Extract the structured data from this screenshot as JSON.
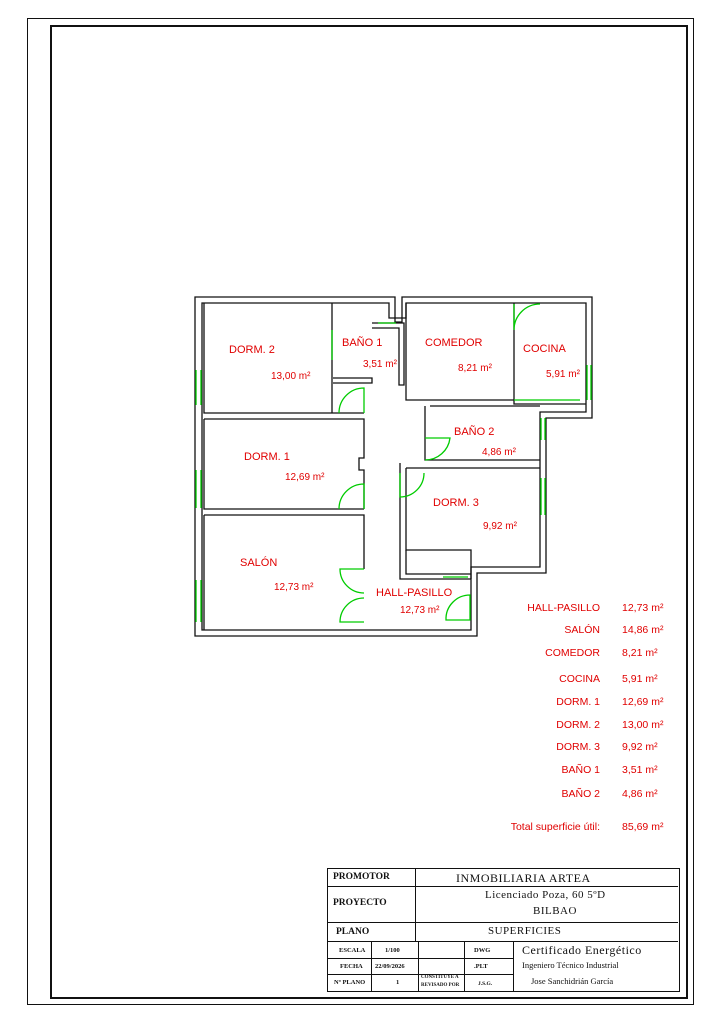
{
  "rooms": [
    {
      "name": "DORM. 2",
      "area": "13,00 m²"
    },
    {
      "name": "BAÑO 1",
      "area": "3,51 m²"
    },
    {
      "name": "COMEDOR",
      "area": "8,21 m²"
    },
    {
      "name": "COCINA",
      "area": "5,91 m²"
    },
    {
      "name": "BAÑO 2",
      "area": "4,86 m²"
    },
    {
      "name": "DORM. 1",
      "area": "12,69 m²"
    },
    {
      "name": "DORM. 3",
      "area": "9,92 m²"
    },
    {
      "name": "SALÓN",
      "area": "12,73 m²"
    },
    {
      "name": "HALL-PASILLO",
      "area": "12,73 m²"
    }
  ],
  "summary": {
    "rows": [
      {
        "name": "HALL-PASILLO",
        "area": "12,73 m²"
      },
      {
        "name": "SALÓN",
        "area": "14,86 m²"
      },
      {
        "name": "COMEDOR",
        "area": "8,21 m²"
      },
      {
        "name": "COCINA",
        "area": "5,91 m²"
      },
      {
        "name": "DORM. 1",
        "area": "12,69 m²"
      },
      {
        "name": "DORM. 2",
        "area": "13,00 m²"
      },
      {
        "name": "DORM. 3",
        "area": "9,92 m²"
      },
      {
        "name": "BAÑO 1",
        "area": "3,51 m²"
      },
      {
        "name": "BAÑO 2",
        "area": "4,86 m²"
      }
    ],
    "total_label": "Total superficie útil:",
    "total_value": "85,69 m²"
  },
  "titleblock": {
    "promotor_label": "PROMOTOR",
    "promotor_value": "INMOBILIARIA ARTEA",
    "proyecto_label": "PROYECTO",
    "proyecto_line1": "Licenciado Poza, 60 5ºD",
    "proyecto_line2": "BILBAO",
    "plano_label": "PLANO",
    "plano_value": "SUPERFICIES",
    "escala_label": "ESCALA",
    "escala_value": "1/100",
    "dwg_label": "DWG",
    "fecha_label": "FECHA",
    "fecha_value": "22/09/2026",
    "plt_label": ".PLT",
    "nplano_label": "Nº PLANO",
    "nplano_value": "1",
    "constituye_label": "CONSTITUYE A",
    "revisado_label": "REVISADO POR",
    "revisado_value": "J.S.G.",
    "company_line1": "Certificado Energético",
    "company_line2": "Ingeniero Técnico Industrial",
    "company_line3": "Jose Sanchidrián García"
  },
  "colors": {
    "labels": "#e00000",
    "doors": "#00cc00",
    "walls": "#111111"
  }
}
